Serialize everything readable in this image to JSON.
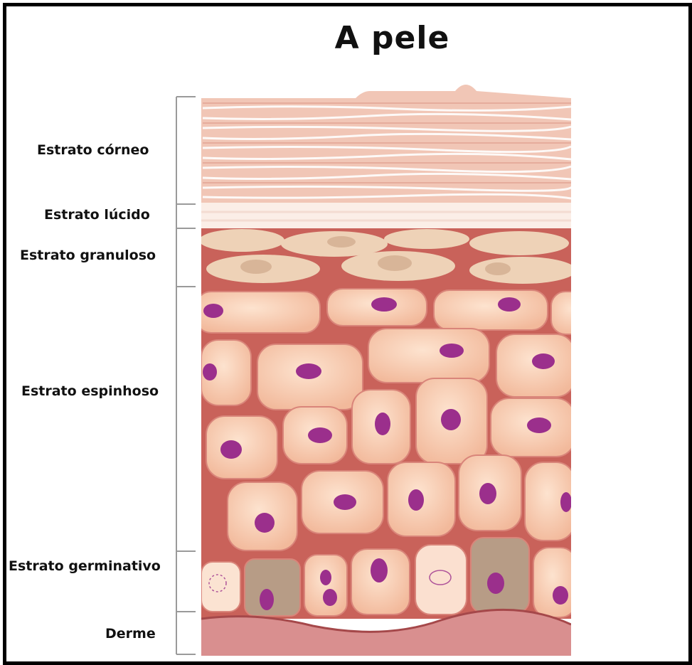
{
  "title": "A pele",
  "layers": {
    "corneo": "Estrato córneo",
    "lucido": "Estrato lúcido",
    "granuloso": "Estrato granuloso",
    "espinhoso": "Estrato espinhoso",
    "germinativo": "Estrato germinativo",
    "derme": "Derme"
  },
  "colors": {
    "cell_fill": "#f6c9aa",
    "cell_border": "#c9625a",
    "nucleus": "#9b2f8c",
    "corneum": "#edb9a6",
    "dermis": "#d98f8f",
    "basal_pigment": "#b79c86"
  }
}
